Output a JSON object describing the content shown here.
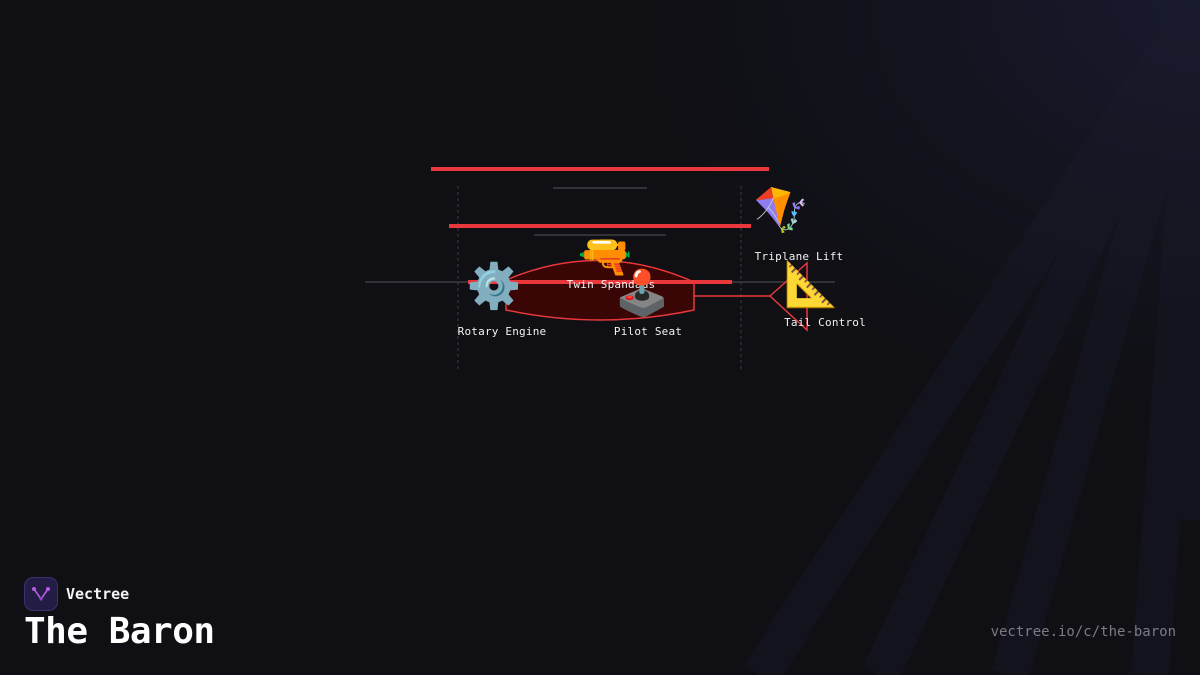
{
  "brand": {
    "name": "Vectree",
    "logo_icon": "vectree-logo-icon"
  },
  "title": "The Baron",
  "url": "vectree.io/c/the-baron",
  "colors": {
    "background": "#0f0f14",
    "accent_red": "#e8383c",
    "hull_fill": "#3a0505",
    "guide_line": "#3d3d44",
    "logo_purple": "#b55be0"
  },
  "diagram": {
    "parts": [
      {
        "id": "triplane-lift",
        "label": "Triplane Lift",
        "icon": "kite-icon",
        "glyph": "🪁"
      },
      {
        "id": "twin-spandaus",
        "label": "Twin Spandaus",
        "icon": "water-pistol-icon",
        "glyph": "🔫"
      },
      {
        "id": "rotary-engine",
        "label": "Rotary Engine",
        "icon": "gear-icon",
        "glyph": "⚙️"
      },
      {
        "id": "pilot-seat",
        "label": "Pilot Seat",
        "icon": "joystick-icon",
        "glyph": "🕹️"
      },
      {
        "id": "tail-control",
        "label": "Tail Control",
        "icon": "triangular-ruler-icon",
        "glyph": "📐"
      }
    ]
  }
}
